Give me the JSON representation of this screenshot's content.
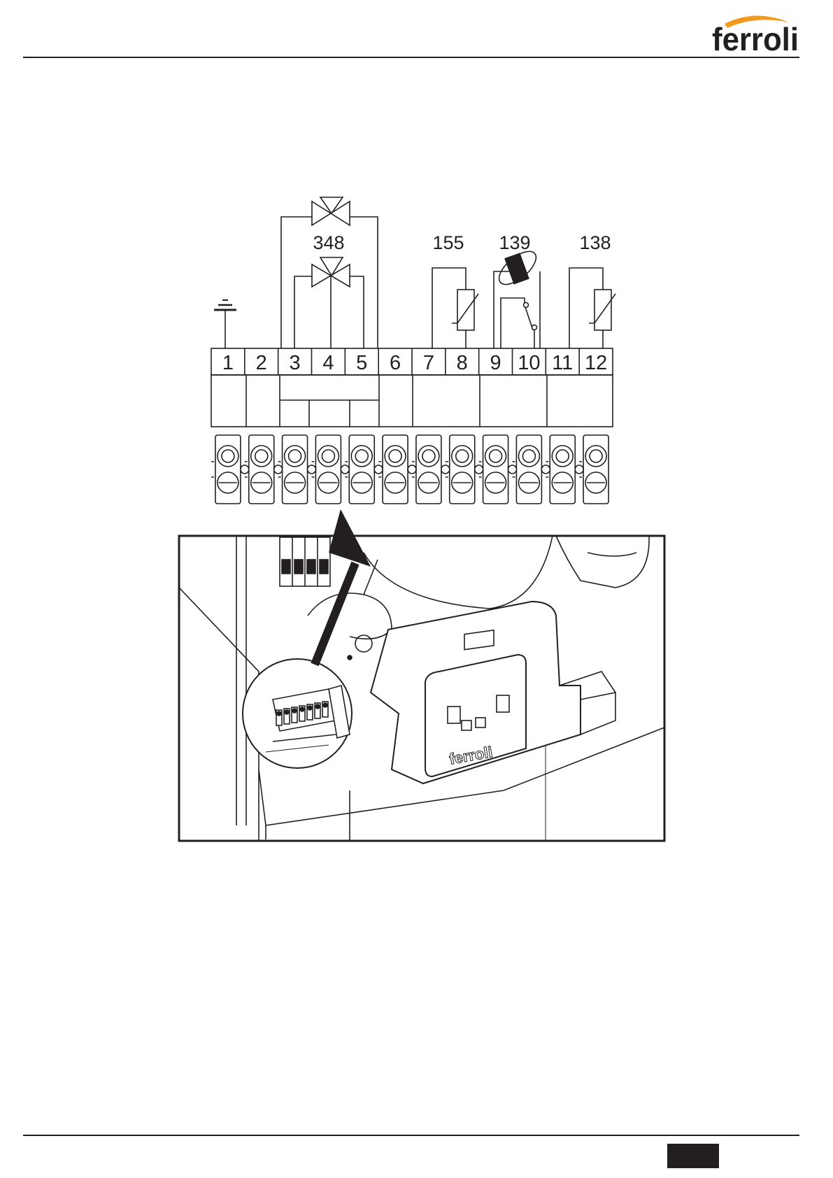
{
  "brand": {
    "logo_text": "ferroli",
    "accent": "#f29a1f",
    "ink": "#231f20"
  },
  "diagram": {
    "terminals": [
      "1",
      "2",
      "3",
      "4",
      "5",
      "6",
      "7",
      "8",
      "9",
      "10",
      "11",
      "12"
    ],
    "labels": {
      "three_way_valve": "348",
      "sensor_155": "155",
      "thermostat_139": "139",
      "sensor_138": "138"
    },
    "panel_logo": "ferroli"
  },
  "footer": {
    "page_tab_color": "#231f20"
  }
}
